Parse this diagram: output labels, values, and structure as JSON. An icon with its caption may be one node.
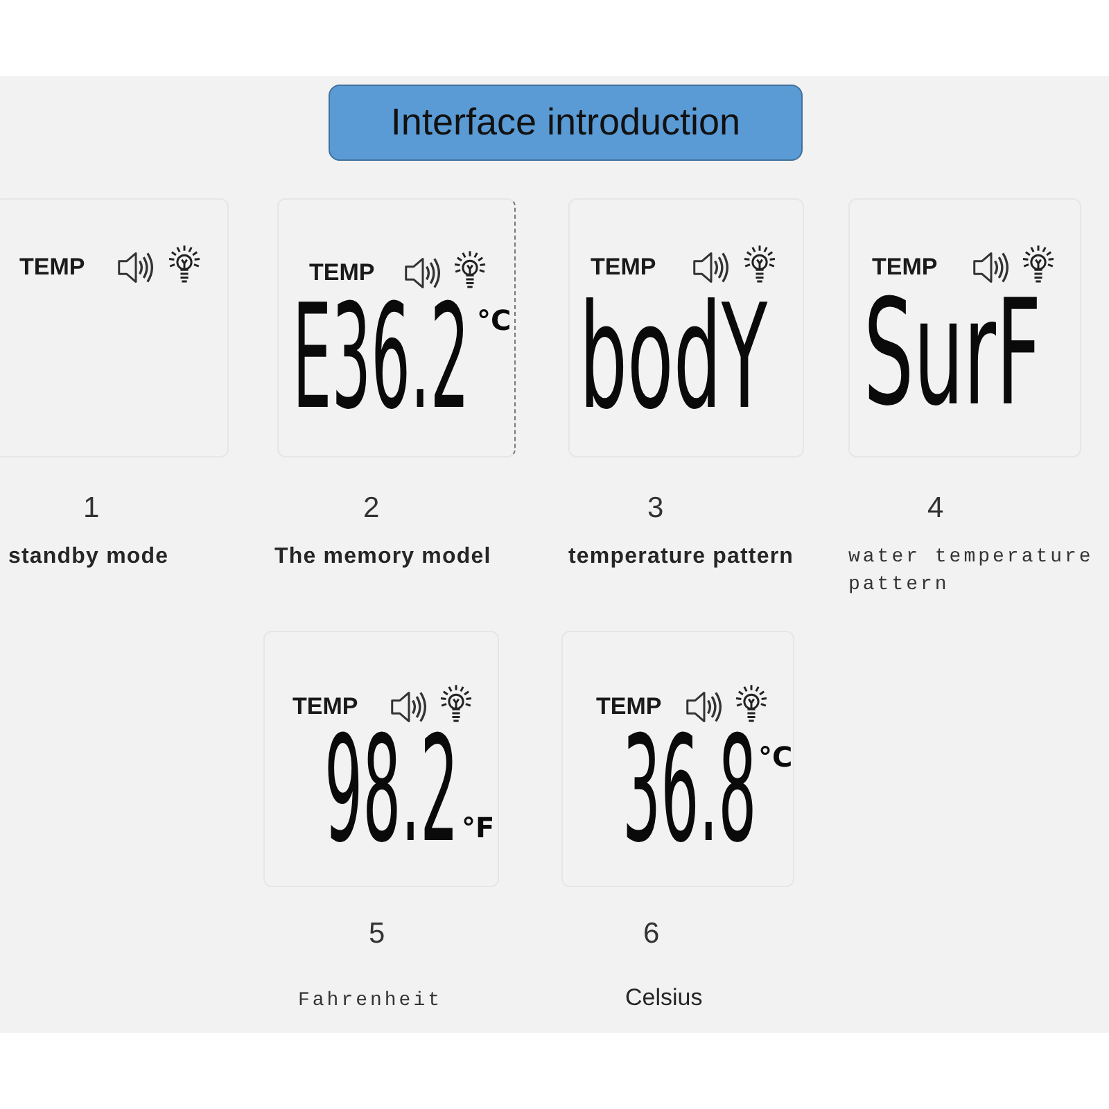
{
  "diagram": {
    "title": "Interface introduction",
    "nodes": [
      {
        "text": [
          "TEMP"
        ],
        "beside": [
          "1",
          "standby mode"
        ]
      },
      {
        "text": [
          "TEMP",
          "E36.2",
          "°C"
        ],
        "beside": [
          "2",
          "The memory model"
        ]
      },
      {
        "text": [
          "TEMP",
          "bodY"
        ],
        "beside": [
          "3",
          "temperature pattern"
        ]
      },
      {
        "text": [
          "TEMP",
          "SurF"
        ],
        "beside": [
          "4",
          "water temperature pattern"
        ]
      },
      {
        "text": [
          "TEMP",
          "98.2",
          "°F"
        ],
        "beside": [
          "5",
          "Fahrenheit"
        ]
      },
      {
        "text": [
          "TEMP",
          "36.8",
          "°C"
        ],
        "beside": [
          "6",
          "Celsius"
        ]
      }
    ]
  }
}
